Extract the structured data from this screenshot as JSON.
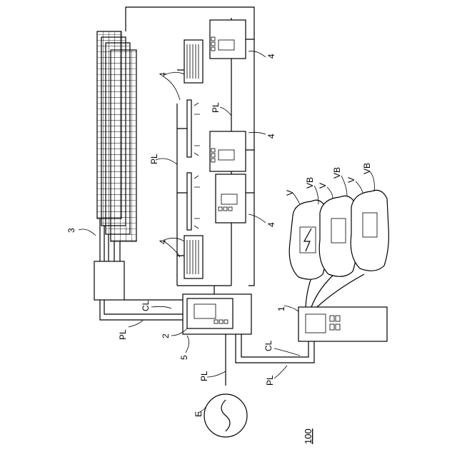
{
  "figure": {
    "number": "100",
    "labels": {
      "l1": "1",
      "l2": "2",
      "l3": "3",
      "l4": "4",
      "l5": "5",
      "pl": "PL",
      "cl": "CL",
      "e": "E",
      "v": "V",
      "vb": "VB"
    }
  },
  "colors": {
    "line": "#000000",
    "background": "#ffffff"
  }
}
